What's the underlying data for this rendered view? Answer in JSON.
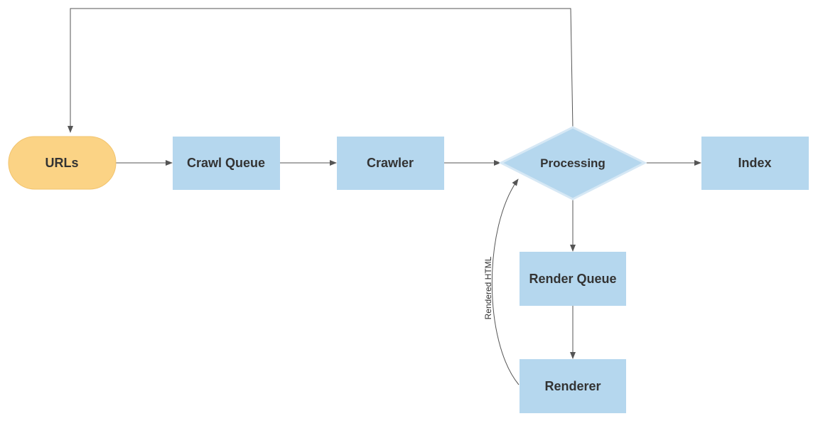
{
  "colors": {
    "terminal_fill": "#fbd385",
    "terminal_stroke": "#f2c46e",
    "process_fill": "#b5d7ee",
    "process_stroke": "#b5d7ee",
    "decision_fill": "#b5d7ee",
    "decision_stroke": "#d6e8f5",
    "edge": "#555555",
    "text": "#333333"
  },
  "nodes": {
    "urls": {
      "label": "URLs"
    },
    "crawl_queue": {
      "label": "Crawl Queue"
    },
    "crawler": {
      "label": "Crawler"
    },
    "processing": {
      "label": "Processing"
    },
    "index": {
      "label": "Index"
    },
    "render_queue": {
      "label": "Render Queue"
    },
    "renderer": {
      "label": "Renderer"
    }
  },
  "edges": {
    "renderer_to_processing": {
      "label": "Rendered HTML"
    }
  }
}
